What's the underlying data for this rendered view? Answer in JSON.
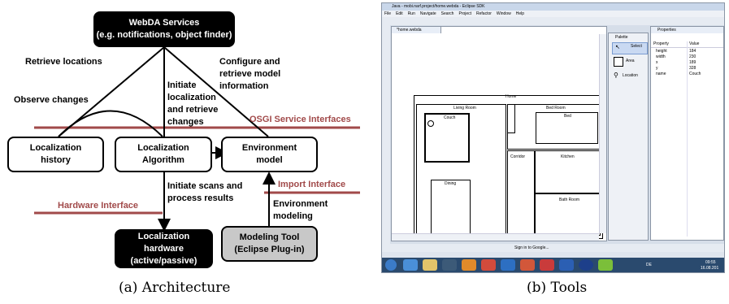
{
  "architecture": {
    "boxes": {
      "webda": [
        "WebDA Services",
        "(e.g. notifications, object finder)"
      ],
      "loc_history": [
        "Localization",
        "history"
      ],
      "loc_algorithm": [
        "Localization",
        "Algorithm"
      ],
      "env_model": [
        "Environment",
        "model"
      ],
      "loc_hardware": [
        "Localization",
        "hardware",
        "(active/passive)"
      ],
      "modeling_tool": [
        "Modeling Tool",
        "(Eclipse Plug-in)"
      ]
    },
    "labels": {
      "retrieve_locations": "Retrieve locations",
      "observe_changes": "Observe changes",
      "initiate_localization": [
        "Initiate",
        "localization",
        "and retrieve",
        "changes"
      ],
      "configure_retrieve": [
        "Configure and",
        "retrieve model",
        "information"
      ],
      "initiate_scans": [
        "Initiate scans and",
        "process results"
      ],
      "environment_modeling": [
        "Environment",
        "modeling"
      ]
    },
    "interfaces": {
      "osgi": "OSGI Service Interfaces",
      "import": "Import Interface",
      "hardware": "Hardware Interface"
    },
    "colors": {
      "interface_line": "#a14a4a"
    }
  },
  "captions": {
    "a": "(a) Architecture",
    "b": "(b) Tools"
  },
  "eclipse": {
    "window_title": "Java - mobi.narf.project/home.webda - Eclipse SDK",
    "menu": [
      "File",
      "Edit",
      "Run",
      "Navigate",
      "Search",
      "Project",
      "Refactor",
      "Window",
      "Help"
    ],
    "editor_tab": "*home.webda",
    "floor_title": "Home",
    "rooms": {
      "living": "Living Room",
      "couch": "Couch",
      "bedroom": "Bed Room",
      "bed": "Bed",
      "corridor": "Corridor",
      "kitchen": "Kitchen",
      "dining": "Dining",
      "bath": "Bath Room"
    },
    "palette": {
      "title": "Palette",
      "items": [
        "Select",
        "Area",
        "Location"
      ]
    },
    "properties": {
      "title": "Properties",
      "headers": [
        "Property",
        "Value"
      ],
      "rows": [
        [
          "height",
          "184"
        ],
        [
          "width",
          "230"
        ],
        [
          "x",
          "189"
        ],
        [
          "y",
          "328"
        ],
        [
          "name",
          "Couch"
        ]
      ]
    },
    "status_text": "Sign in to Google...",
    "tray": {
      "lang": "DE",
      "time": "09:55",
      "date": "16.08.201"
    }
  }
}
